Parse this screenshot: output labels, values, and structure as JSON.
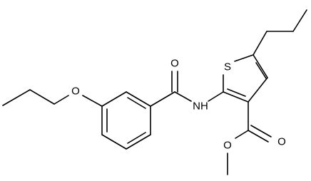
{
  "molecule": {
    "atom_labels": {
      "carbonyl_oxygen_amide": "O",
      "amide_nitrogen": "NH",
      "ether_oxygen": "O",
      "thiophene_sulfur": "S",
      "ester_carbonyl_oxygen": "O",
      "ester_methoxy_oxygen": "O"
    }
  },
  "colors": {
    "bond": "#000000",
    "label": "#000000",
    "background": "#ffffff"
  }
}
